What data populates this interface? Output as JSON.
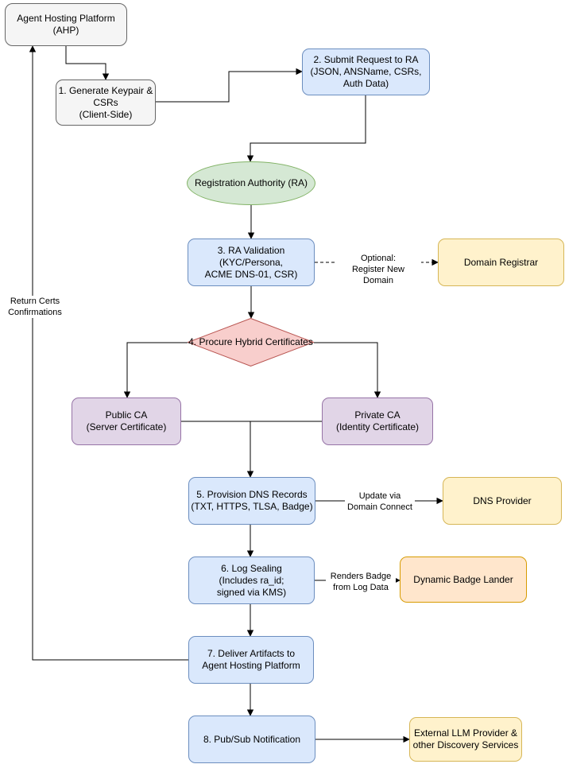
{
  "diagram": {
    "type": "flowchart",
    "nodes": {
      "ahp": {
        "label": "Agent Hosting Platform\n(AHP)",
        "shape": "rounded-rect",
        "color": "gray"
      },
      "step1": {
        "label": "1. Generate Keypair &\nCSRs\n(Client-Side)",
        "shape": "rounded-rect",
        "color": "gray"
      },
      "step2": {
        "label": "2. Submit Request to RA\n(JSON, ANSName, CSRs,\nAuth Data)",
        "shape": "rounded-rect",
        "color": "blue"
      },
      "ra": {
        "label": "Registration Authority (RA)",
        "shape": "ellipse",
        "color": "green"
      },
      "step3": {
        "label": "3. RA Validation\n(KYC/Persona,\nACME DNS-01, CSR)",
        "shape": "rounded-rect",
        "color": "blue"
      },
      "registrar": {
        "label": "Domain Registrar",
        "shape": "rounded-rect",
        "color": "yellow"
      },
      "step4": {
        "label": "4. Procure Hybrid Certificates",
        "shape": "diamond",
        "color": "red"
      },
      "public_ca": {
        "label": "Public CA\n(Server Certificate)",
        "shape": "rounded-rect",
        "color": "purple"
      },
      "private_ca": {
        "label": "Private CA\n(Identity Certificate)",
        "shape": "rounded-rect",
        "color": "purple"
      },
      "step5": {
        "label": "5. Provision DNS Records\n(TXT, HTTPS, TLSA, Badge)",
        "shape": "rounded-rect",
        "color": "blue"
      },
      "dns": {
        "label": "DNS Provider",
        "shape": "rounded-rect",
        "color": "yellow"
      },
      "step6": {
        "label": "6. Log Sealing\n(Includes ra_id;\nsigned via KMS)",
        "shape": "rounded-rect",
        "color": "blue"
      },
      "badge": {
        "label": "Dynamic Badge Lander",
        "shape": "rounded-rect",
        "color": "orange"
      },
      "step7": {
        "label": "7. Deliver Artifacts to\nAgent Hosting Platform",
        "shape": "rounded-rect",
        "color": "blue"
      },
      "step8": {
        "label": "8. Pub/Sub Notification",
        "shape": "rounded-rect",
        "color": "blue"
      },
      "llm": {
        "label": "External LLM Provider &\nother Discovery Services",
        "shape": "rounded-rect",
        "color": "yellow"
      }
    },
    "edge_labels": {
      "return_certs": "Return Certs\nConfirmations",
      "optional_register": "Optional:\nRegister New Domain",
      "update_via": "Update via\nDomain Connect",
      "renders_badge": "Renders Badge\nfrom Log Data"
    },
    "palette": {
      "gray_fill": "#f5f5f5",
      "gray_stroke": "#666666",
      "blue_fill": "#dae8fc",
      "blue_stroke": "#6c8ebf",
      "green_fill": "#d5e8d4",
      "green_stroke": "#82b366",
      "red_fill": "#f8cecc",
      "red_stroke": "#b85450",
      "purple_fill": "#e1d5e7",
      "purple_stroke": "#9673a6",
      "yellow_fill": "#fff2cc",
      "yellow_stroke": "#d6b656",
      "orange_fill": "#ffe6cc",
      "orange_stroke": "#d79b00",
      "edge_stroke": "#000000"
    }
  }
}
